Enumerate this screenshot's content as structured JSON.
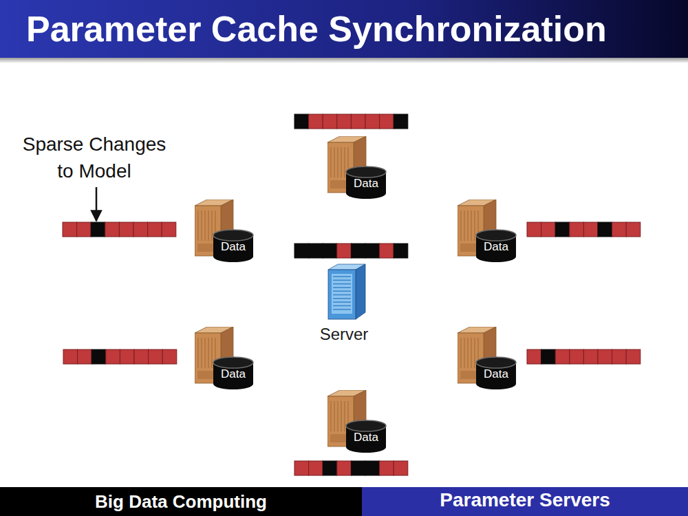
{
  "diagram": {
    "title": "Parameter Cache Synchronization",
    "nodes": [
      {
        "text": [
          "Data"
        ]
      },
      {
        "text": [
          "Data"
        ]
      },
      {
        "text": [
          "Data"
        ]
      },
      {
        "text": [
          "Server"
        ]
      },
      {
        "text": [
          "Data"
        ]
      },
      {
        "text": [
          "Data"
        ]
      },
      {
        "text": [
          "Data"
        ]
      }
    ],
    "labels": [
      "Sparse Changes to Model",
      "Big Data Computing",
      "Parameter Servers"
    ]
  }
}
